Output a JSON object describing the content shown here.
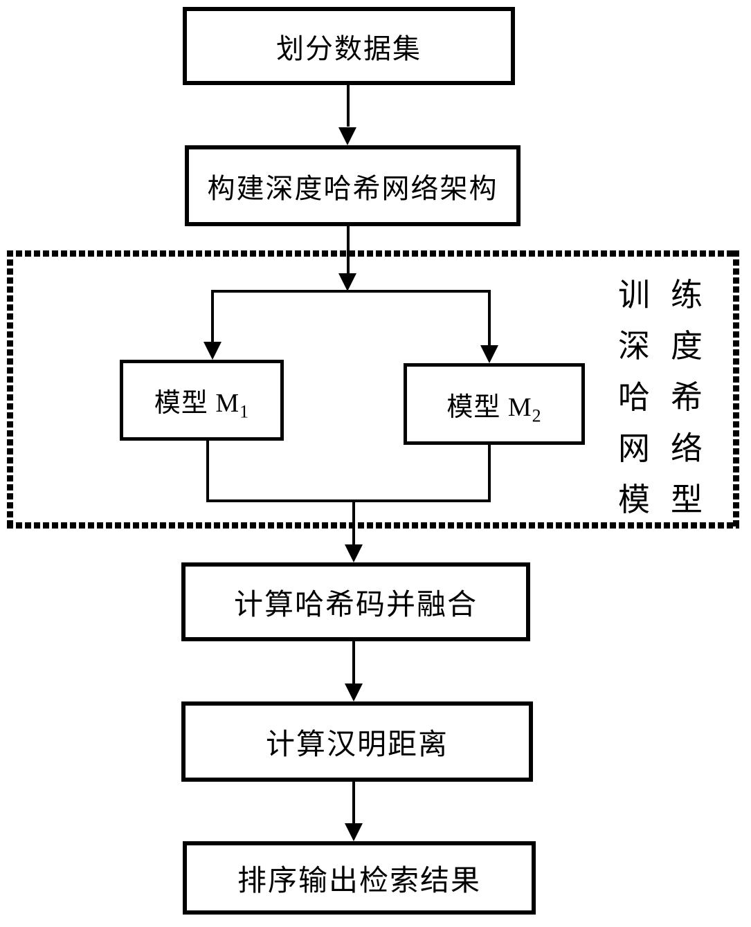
{
  "nodes": {
    "split_dataset": {
      "label": "划分数据集"
    },
    "build_network": {
      "label": "构建深度哈希网络架构"
    },
    "model_m1": {
      "label_text": "模型 M",
      "label_sub": "1"
    },
    "model_m2": {
      "label_text": "模型 M",
      "label_sub": "2"
    },
    "compute_fuse_hash": {
      "label": "计算哈希码并融合"
    },
    "hamming_distance": {
      "label": "计算汉明距离"
    },
    "sort_output": {
      "label": "排序输出检索结果"
    }
  },
  "training_group": {
    "label_lines": [
      "训练",
      "深度",
      "哈希",
      "网络",
      "模型"
    ],
    "label_full": "训练深度哈希网络模型"
  },
  "colors": {
    "line": "#000000",
    "background": "#ffffff"
  }
}
